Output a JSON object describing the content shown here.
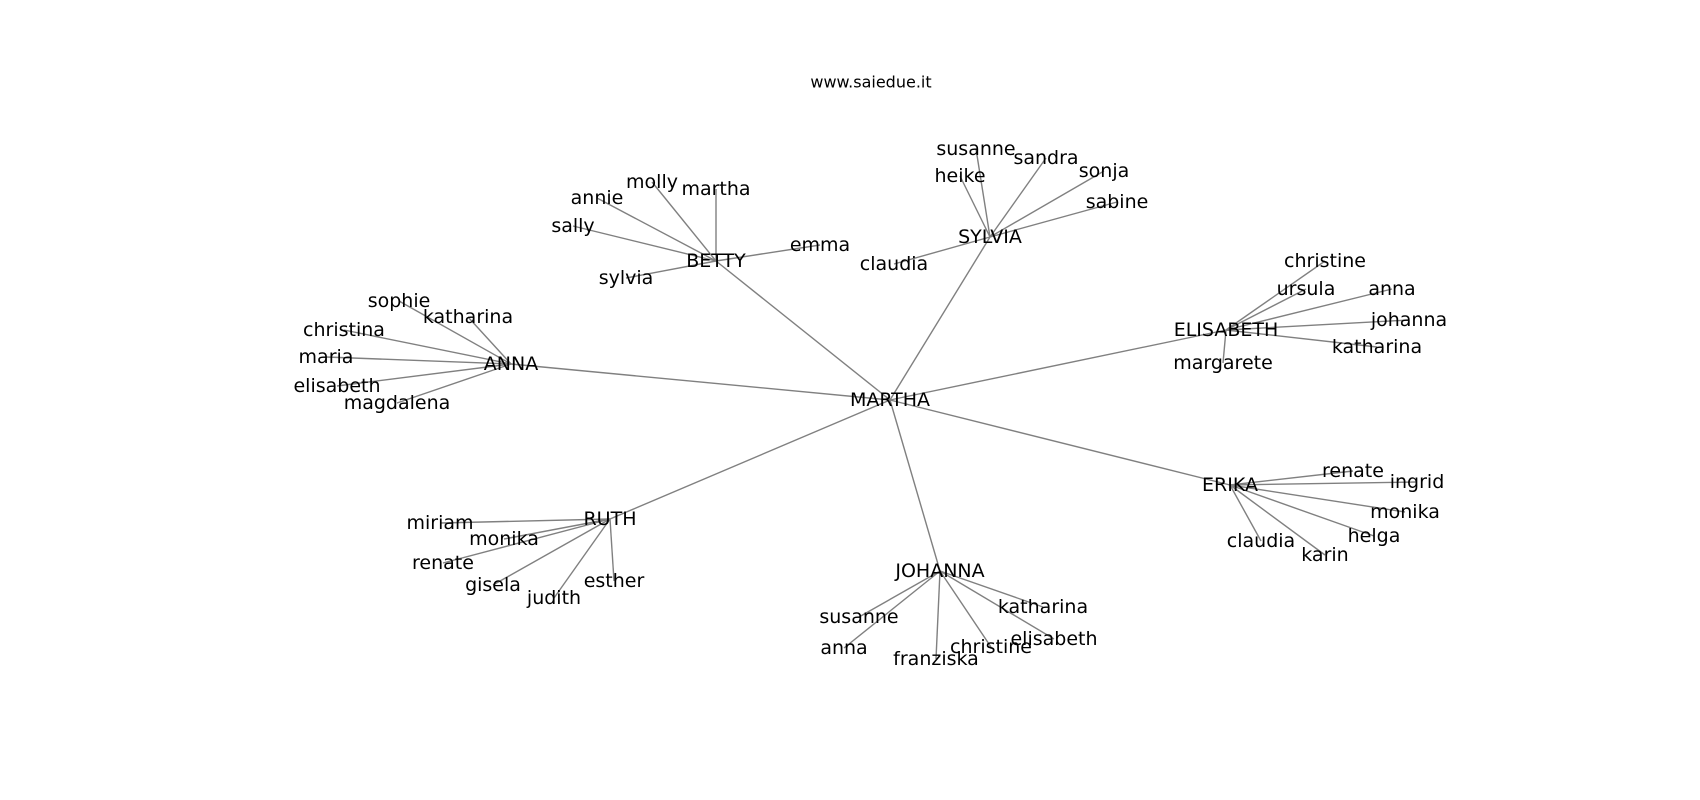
{
  "header": {
    "site": "www.saiedue.it"
  },
  "graph": {
    "center": "MARTHA",
    "groups": [
      {
        "name": "BETTY",
        "children": [
          "molly",
          "martha",
          "annie",
          "sally",
          "emma",
          "sylvia"
        ]
      },
      {
        "name": "SYLVIA",
        "children": [
          "susanne",
          "sandra",
          "heike",
          "sonja",
          "sabine",
          "claudia"
        ]
      },
      {
        "name": "ANNA",
        "children": [
          "sophie",
          "katharina",
          "christina",
          "maria",
          "elisabeth",
          "magdalena"
        ]
      },
      {
        "name": "ELISABETH",
        "children": [
          "christine",
          "ursula",
          "anna",
          "johanna",
          "katharina",
          "margarete"
        ]
      },
      {
        "name": "ERIKA",
        "children": [
          "renate",
          "ingrid",
          "monika",
          "helga",
          "claudia",
          "karin"
        ]
      },
      {
        "name": "RUTH",
        "children": [
          "miriam",
          "monika",
          "renate",
          "gisela",
          "judith",
          "esther"
        ]
      },
      {
        "name": "JOHANNA",
        "children": [
          "susanne",
          "katharina",
          "anna",
          "franziska",
          "christine",
          "elisabeth"
        ]
      }
    ]
  }
}
